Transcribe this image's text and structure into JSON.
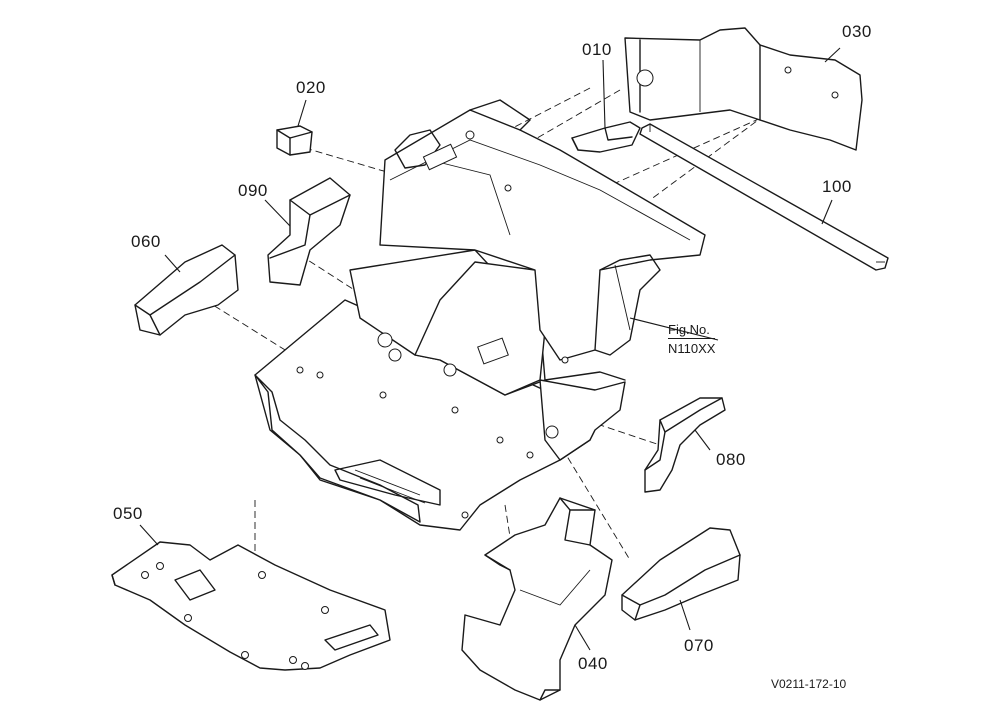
{
  "diagram": {
    "figure_code": "V0211-172-10",
    "figure_reference": {
      "line1": "Fig.No.",
      "line2": "N110XX"
    },
    "parts": [
      {
        "id": "010"
      },
      {
        "id": "020"
      },
      {
        "id": "030"
      },
      {
        "id": "040"
      },
      {
        "id": "050"
      },
      {
        "id": "060"
      },
      {
        "id": "070"
      },
      {
        "id": "080"
      },
      {
        "id": "090"
      },
      {
        "id": "100"
      }
    ]
  }
}
